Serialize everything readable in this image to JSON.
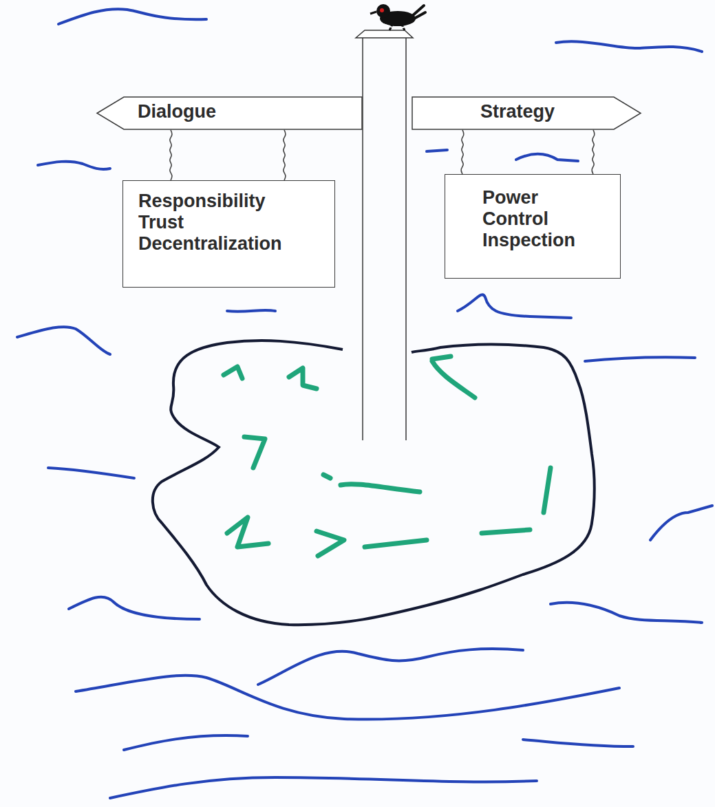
{
  "diagram": {
    "nodes": [
      {
        "text": [
          "Dialogue"
        ]
      },
      {
        "text": [
          "Strategy"
        ]
      },
      {
        "text": [
          "Responsibility",
          "Trust",
          "Decentralization"
        ]
      },
      {
        "text": [
          "Power",
          "Control",
          "Inspection"
        ]
      }
    ],
    "edges": [
      {
        "from": 0,
        "to": 2,
        "arrow": "none"
      },
      {
        "from": 0,
        "to": 2,
        "arrow": "none"
      },
      {
        "from": 1,
        "to": 3,
        "arrow": "none"
      },
      {
        "from": 1,
        "to": 3,
        "arrow": "none"
      }
    ]
  }
}
